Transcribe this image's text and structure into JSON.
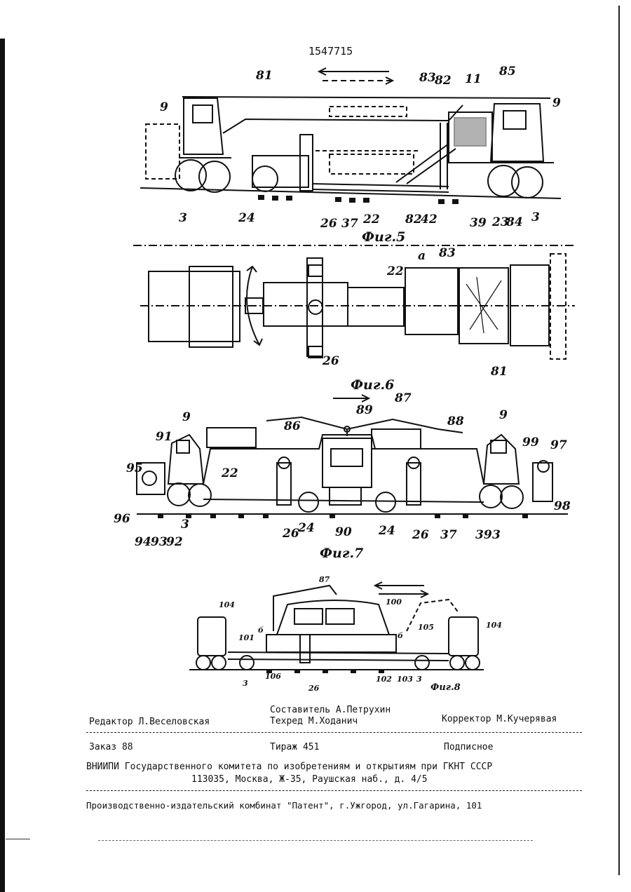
{
  "page": {
    "patent_number": "1547715"
  },
  "figures": {
    "fig5": {
      "caption": "Фиг.5",
      "labels": [
        "81",
        "83",
        "82",
        "11",
        "85",
        "9",
        "9",
        "3",
        "24",
        "26",
        "37",
        "22",
        "82",
        "42",
        "39",
        "23",
        "84",
        "3"
      ]
    },
    "fig6": {
      "caption": "Фиг.6",
      "labels": [
        "22",
        "a",
        "83",
        "26",
        "81"
      ]
    },
    "fig7": {
      "caption": "Фиг.7",
      "labels": [
        "87",
        "89",
        "88",
        "9",
        "9",
        "86",
        "91",
        "22",
        "99",
        "97",
        "95",
        "96",
        "94",
        "93",
        "92",
        "3",
        "26",
        "24",
        "90",
        "24",
        "26",
        "37",
        "39",
        "3",
        "98"
      ]
    },
    "fig8": {
      "caption": "Фиг.8",
      "labels": [
        "87",
        "100",
        "104",
        "104",
        "101",
        "б",
        "б",
        "105",
        "3",
        "106",
        "26",
        "102",
        "103",
        "3"
      ]
    }
  },
  "footer": {
    "editor": "Редактор Л.Веселовская",
    "compiler": "Составитель А.Петрухин",
    "techred": "Техред М.Ходанич",
    "corrector": "Корректор М.Кучерявая",
    "order": "Заказ 88",
    "circulation": "Тираж 451",
    "subscription": "Подписное",
    "org_line1": "ВНИИПИ Государственного комитета по изобретениям и открытиям при ГКНТ СССР",
    "org_line2": "113035, Москва, Ж-35, Раушская наб., д. 4/5",
    "publisher": "Производственно-издательский комбинат \"Патент\", г.Ужгород, ул.Гагарина, 101"
  }
}
